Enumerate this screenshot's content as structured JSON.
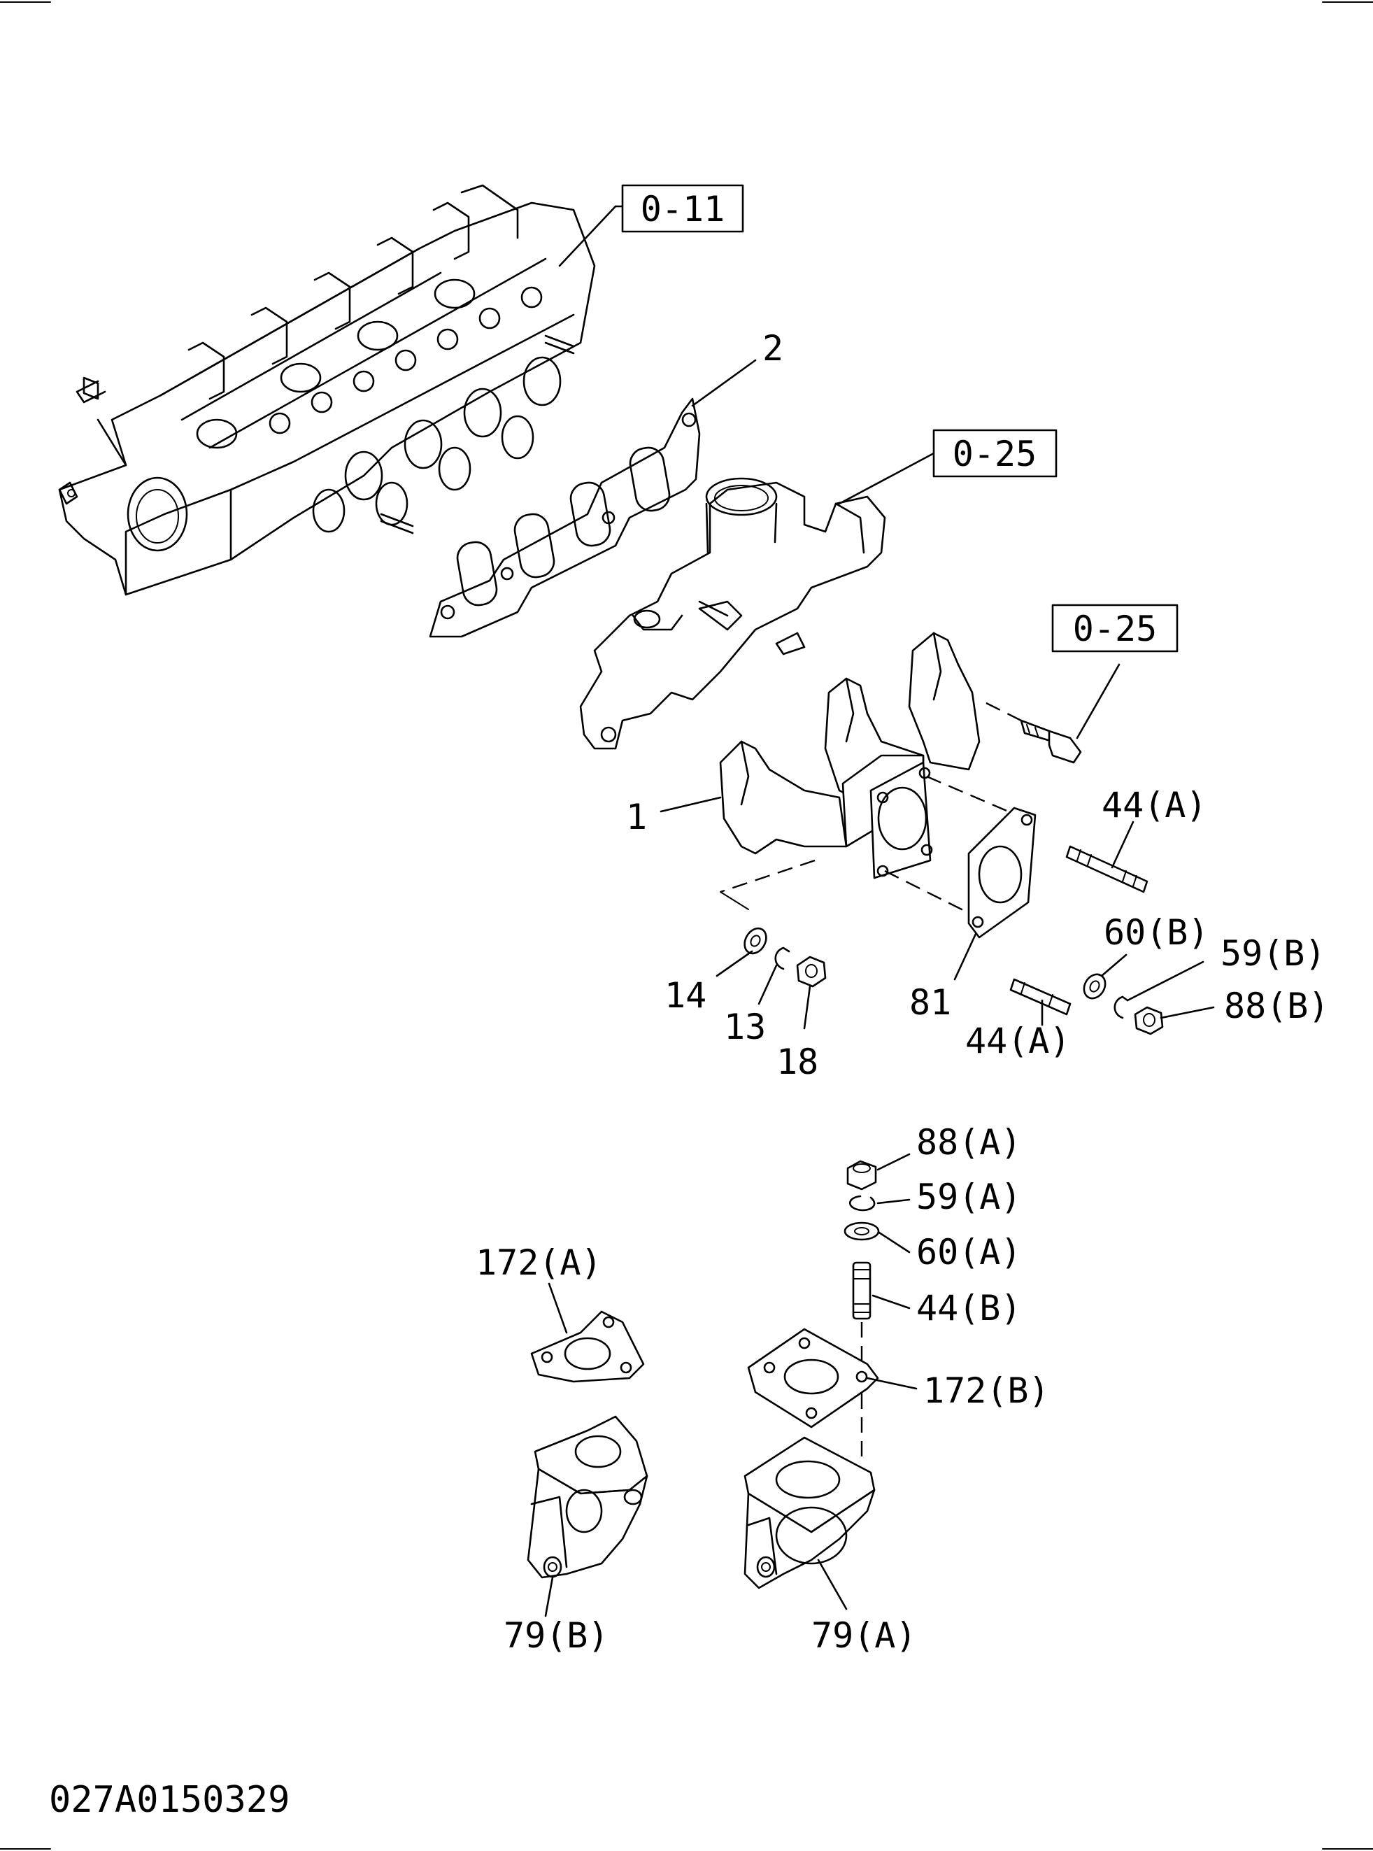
{
  "drawing_code": "027A0150329",
  "references": [
    "0-11",
    "0-25",
    "0-25"
  ],
  "callouts": {
    "c1": "1",
    "c2": "2",
    "c14": "14",
    "c13": "13",
    "c18": "18",
    "c81": "81",
    "c44a_top": "44(A)",
    "c44a_bottom": "44(A)",
    "c60b": "60(B)",
    "c59b": "59(B)",
    "c88b": "88(B)",
    "c88a": "88(A)",
    "c59a": "59(A)",
    "c60a": "60(A)",
    "c44b": "44(B)",
    "c172a": "172(A)",
    "c172b": "172(B)",
    "c79b": "79(B)",
    "c79a": "79(A)"
  }
}
